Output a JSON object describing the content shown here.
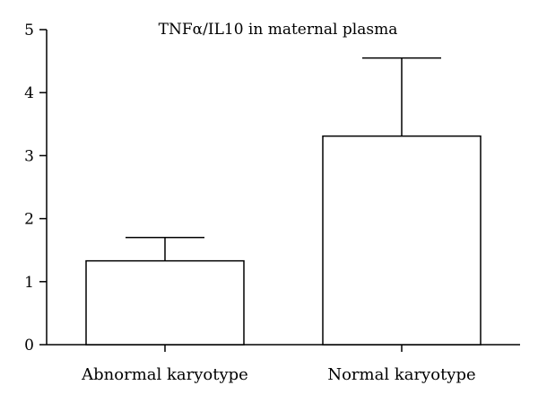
{
  "chart_data": {
    "type": "bar",
    "title": "TNFα/IL10 in maternal plasma",
    "xlabel": "",
    "ylabel": "",
    "categories": [
      "Abnormal karyotype",
      "Normal karyotype"
    ],
    "values": [
      1.33,
      3.31
    ],
    "error_upper": [
      1.7,
      4.55
    ],
    "ylim": [
      0,
      5
    ],
    "yticks": [
      0,
      1,
      2,
      3,
      4,
      5
    ],
    "grid": false,
    "legend": "none"
  }
}
